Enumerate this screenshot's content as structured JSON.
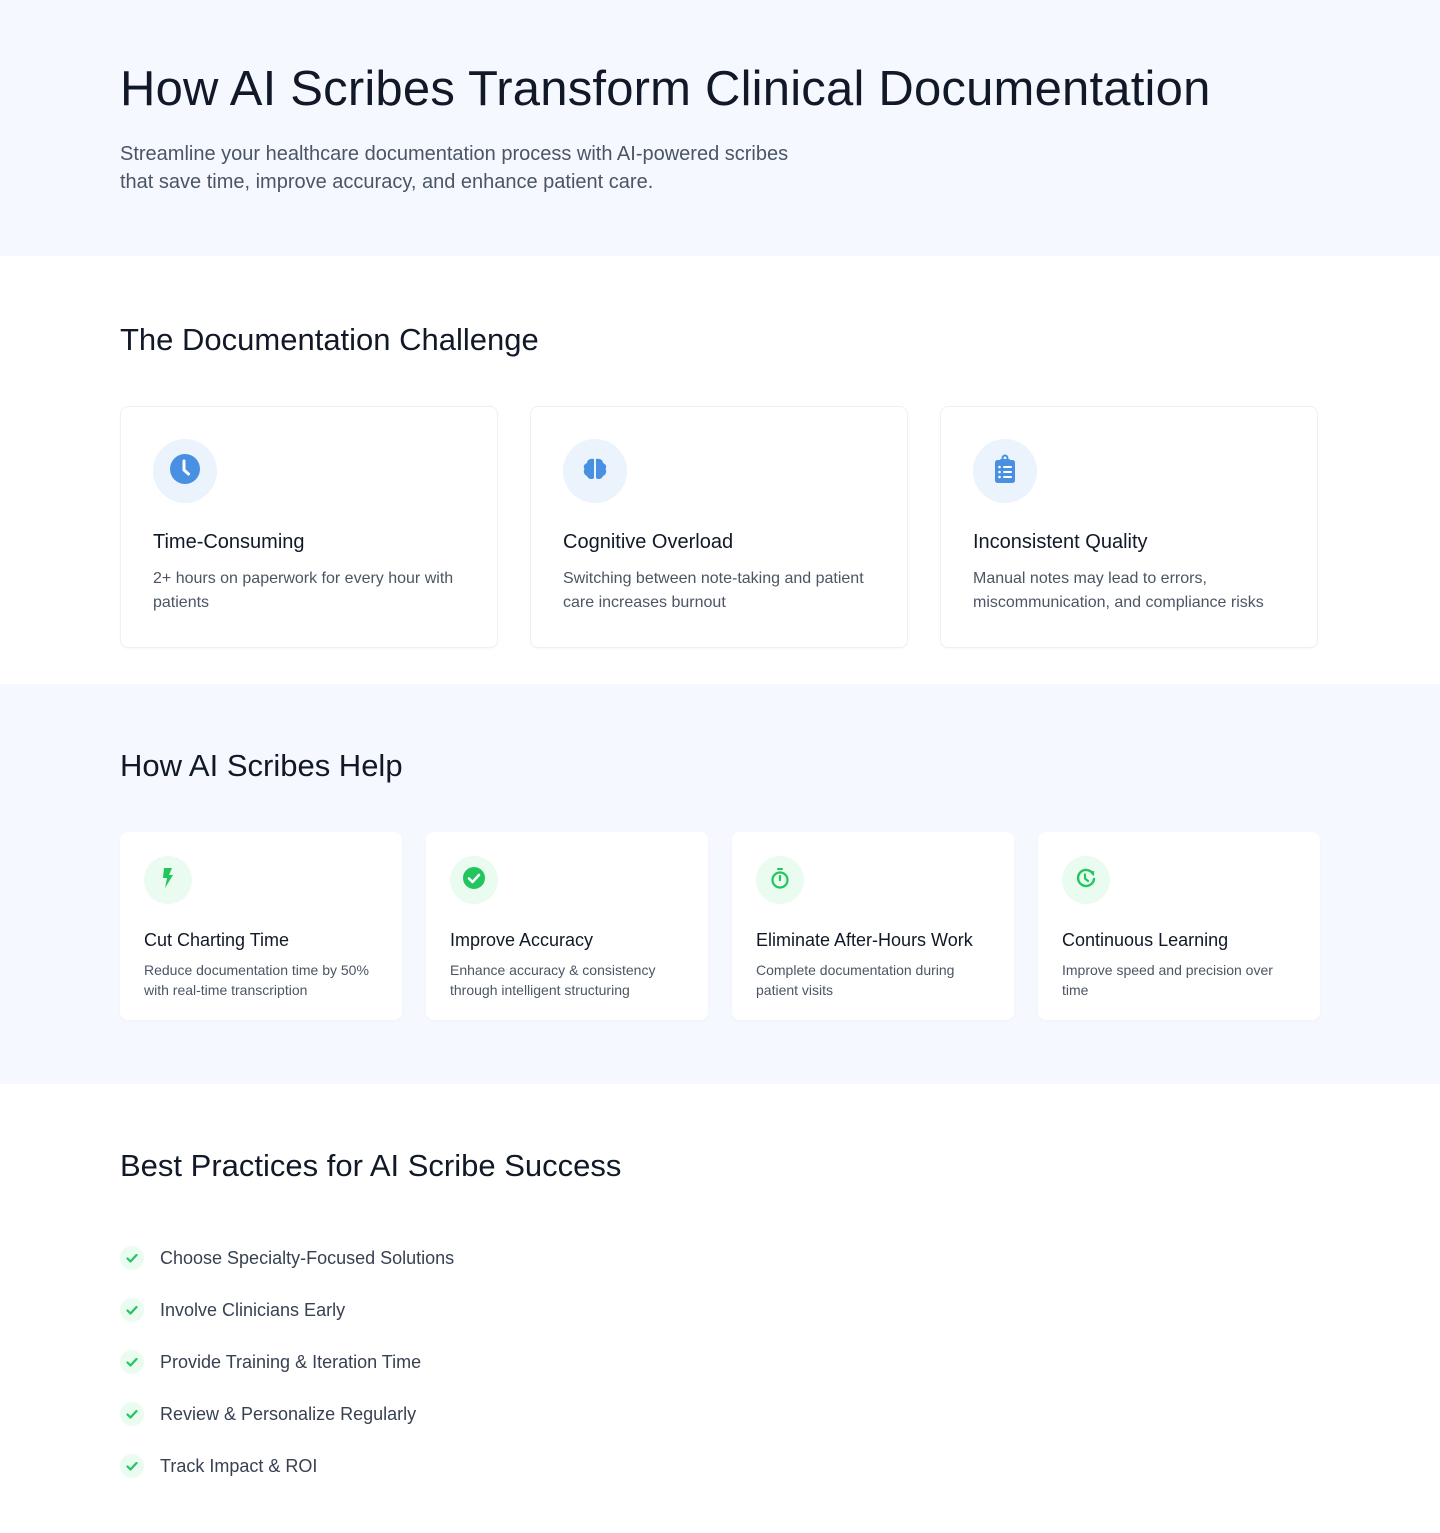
{
  "hero": {
    "title": "How AI Scribes Transform Clinical Documentation",
    "subtitle": "Streamline your healthcare documentation process with AI-powered scribes that save time, improve accuracy, and enhance patient care."
  },
  "challenge": {
    "title": "The Documentation Challenge",
    "cards": [
      {
        "icon": "clock-icon",
        "title": "Time-Consuming",
        "text": "2+ hours on paperwork for every hour with patients"
      },
      {
        "icon": "brain-icon",
        "title": "Cognitive Overload",
        "text": "Switching between note-taking and patient care increases burnout"
      },
      {
        "icon": "clipboard-list-icon",
        "title": "Inconsistent Quality",
        "text": "Manual notes may lead to errors, miscommunication, and compliance risks"
      }
    ]
  },
  "help": {
    "title": "How AI Scribes Help",
    "cards": [
      {
        "icon": "bolt-icon",
        "title": "Cut Charting Time",
        "text": "Reduce documentation time by 50% with real-time transcription"
      },
      {
        "icon": "check-circle-icon",
        "title": "Improve Accuracy",
        "text": "Enhance accuracy & consistency through intelligent structuring"
      },
      {
        "icon": "stopwatch-icon",
        "title": "Eliminate After-Hours Work",
        "text": "Complete documentation during patient visits"
      },
      {
        "icon": "clock-rotate-icon",
        "title": "Continuous Learning",
        "text": "Improve speed and precision over time"
      }
    ]
  },
  "practices": {
    "title": "Best Practices for AI Scribe Success",
    "items": [
      "Choose Specialty-Focused Solutions",
      "Involve Clinicians Early",
      "Provide Training & Iteration Time",
      "Review & Personalize Regularly",
      "Track Impact & ROI"
    ]
  },
  "colors": {
    "blue_accent": "#4a90e2",
    "green_accent": "#22c55e",
    "section_bg": "#f5f8fe"
  }
}
